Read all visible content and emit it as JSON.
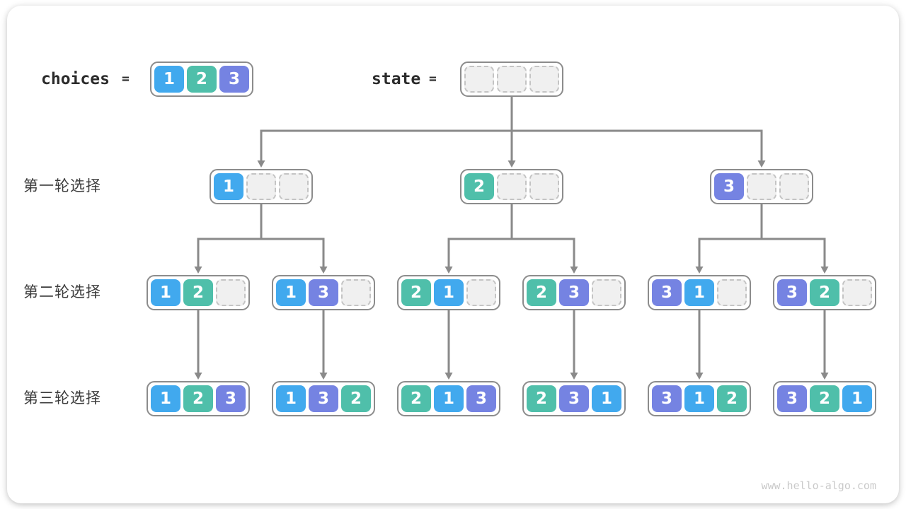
{
  "watermark": "www.hello-algo.com",
  "colors": {
    "c1": "#41A9EE",
    "c2": "#4FBFAA",
    "c3": "#7583E2",
    "empty_fill": "#F0F0F0",
    "empty_border": "#C4C4C4",
    "box_border": "#8C8C8C",
    "connector": "#8A8A8A",
    "label_text": "#3C3C3C"
  },
  "header": {
    "choices_label": "choices",
    "choices_equals": "=",
    "choices_cells": [
      1,
      2,
      3
    ],
    "state_label": "state",
    "state_equals": "=",
    "state_cells": [
      null,
      null,
      null
    ]
  },
  "rows": [
    {
      "label": "第一轮选择",
      "boxes": [
        [
          1,
          null,
          null
        ],
        [
          2,
          null,
          null
        ],
        [
          3,
          null,
          null
        ]
      ]
    },
    {
      "label": "第二轮选择",
      "boxes": [
        [
          1,
          2,
          null
        ],
        [
          1,
          3,
          null
        ],
        [
          2,
          1,
          null
        ],
        [
          2,
          3,
          null
        ],
        [
          3,
          1,
          null
        ],
        [
          3,
          2,
          null
        ]
      ]
    },
    {
      "label": "第三轮选择",
      "boxes": [
        [
          1,
          2,
          3
        ],
        [
          1,
          3,
          2
        ],
        [
          2,
          1,
          3
        ],
        [
          2,
          3,
          1
        ],
        [
          3,
          1,
          2
        ],
        [
          3,
          2,
          1
        ]
      ]
    }
  ]
}
